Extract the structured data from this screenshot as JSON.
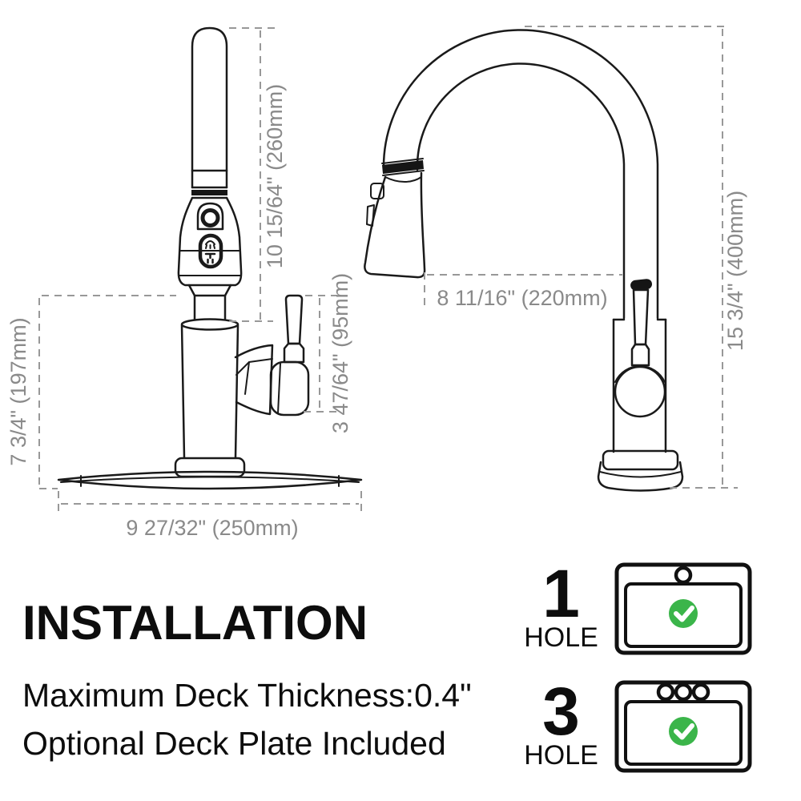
{
  "document": {
    "kind": "kitchen-faucet-installation-spec-sheet",
    "background": "#ffffff"
  },
  "dimensions": {
    "spray_head_height": "10 15/64\" (260mm)",
    "body_height": "7 3/4\" (197mm)",
    "handle_height": "3 47/64\" (95mm)",
    "deck_plate_width": "9 27/32\" (250mm)",
    "spout_reach": "8 11/16\" (220mm)",
    "overall_height": "15 3/4\" (400mm)"
  },
  "installation": {
    "title": "INSTALLATION",
    "line1": "Maximum Deck Thickness:0.4\"",
    "line2": "Optional Deck Plate Included"
  },
  "hole_options": [
    {
      "number": "1",
      "label": "HOLE",
      "holes": 1,
      "supported": true
    },
    {
      "number": "3",
      "label": "HOLE",
      "holes": 3,
      "supported": true
    }
  ],
  "colors": {
    "drawing_line": "#1a1a1a",
    "dimension_line": "#989898",
    "dimension_text": "#8a8a8a",
    "check_green": "#3bb54a",
    "text_black": "#0d0d0d"
  }
}
